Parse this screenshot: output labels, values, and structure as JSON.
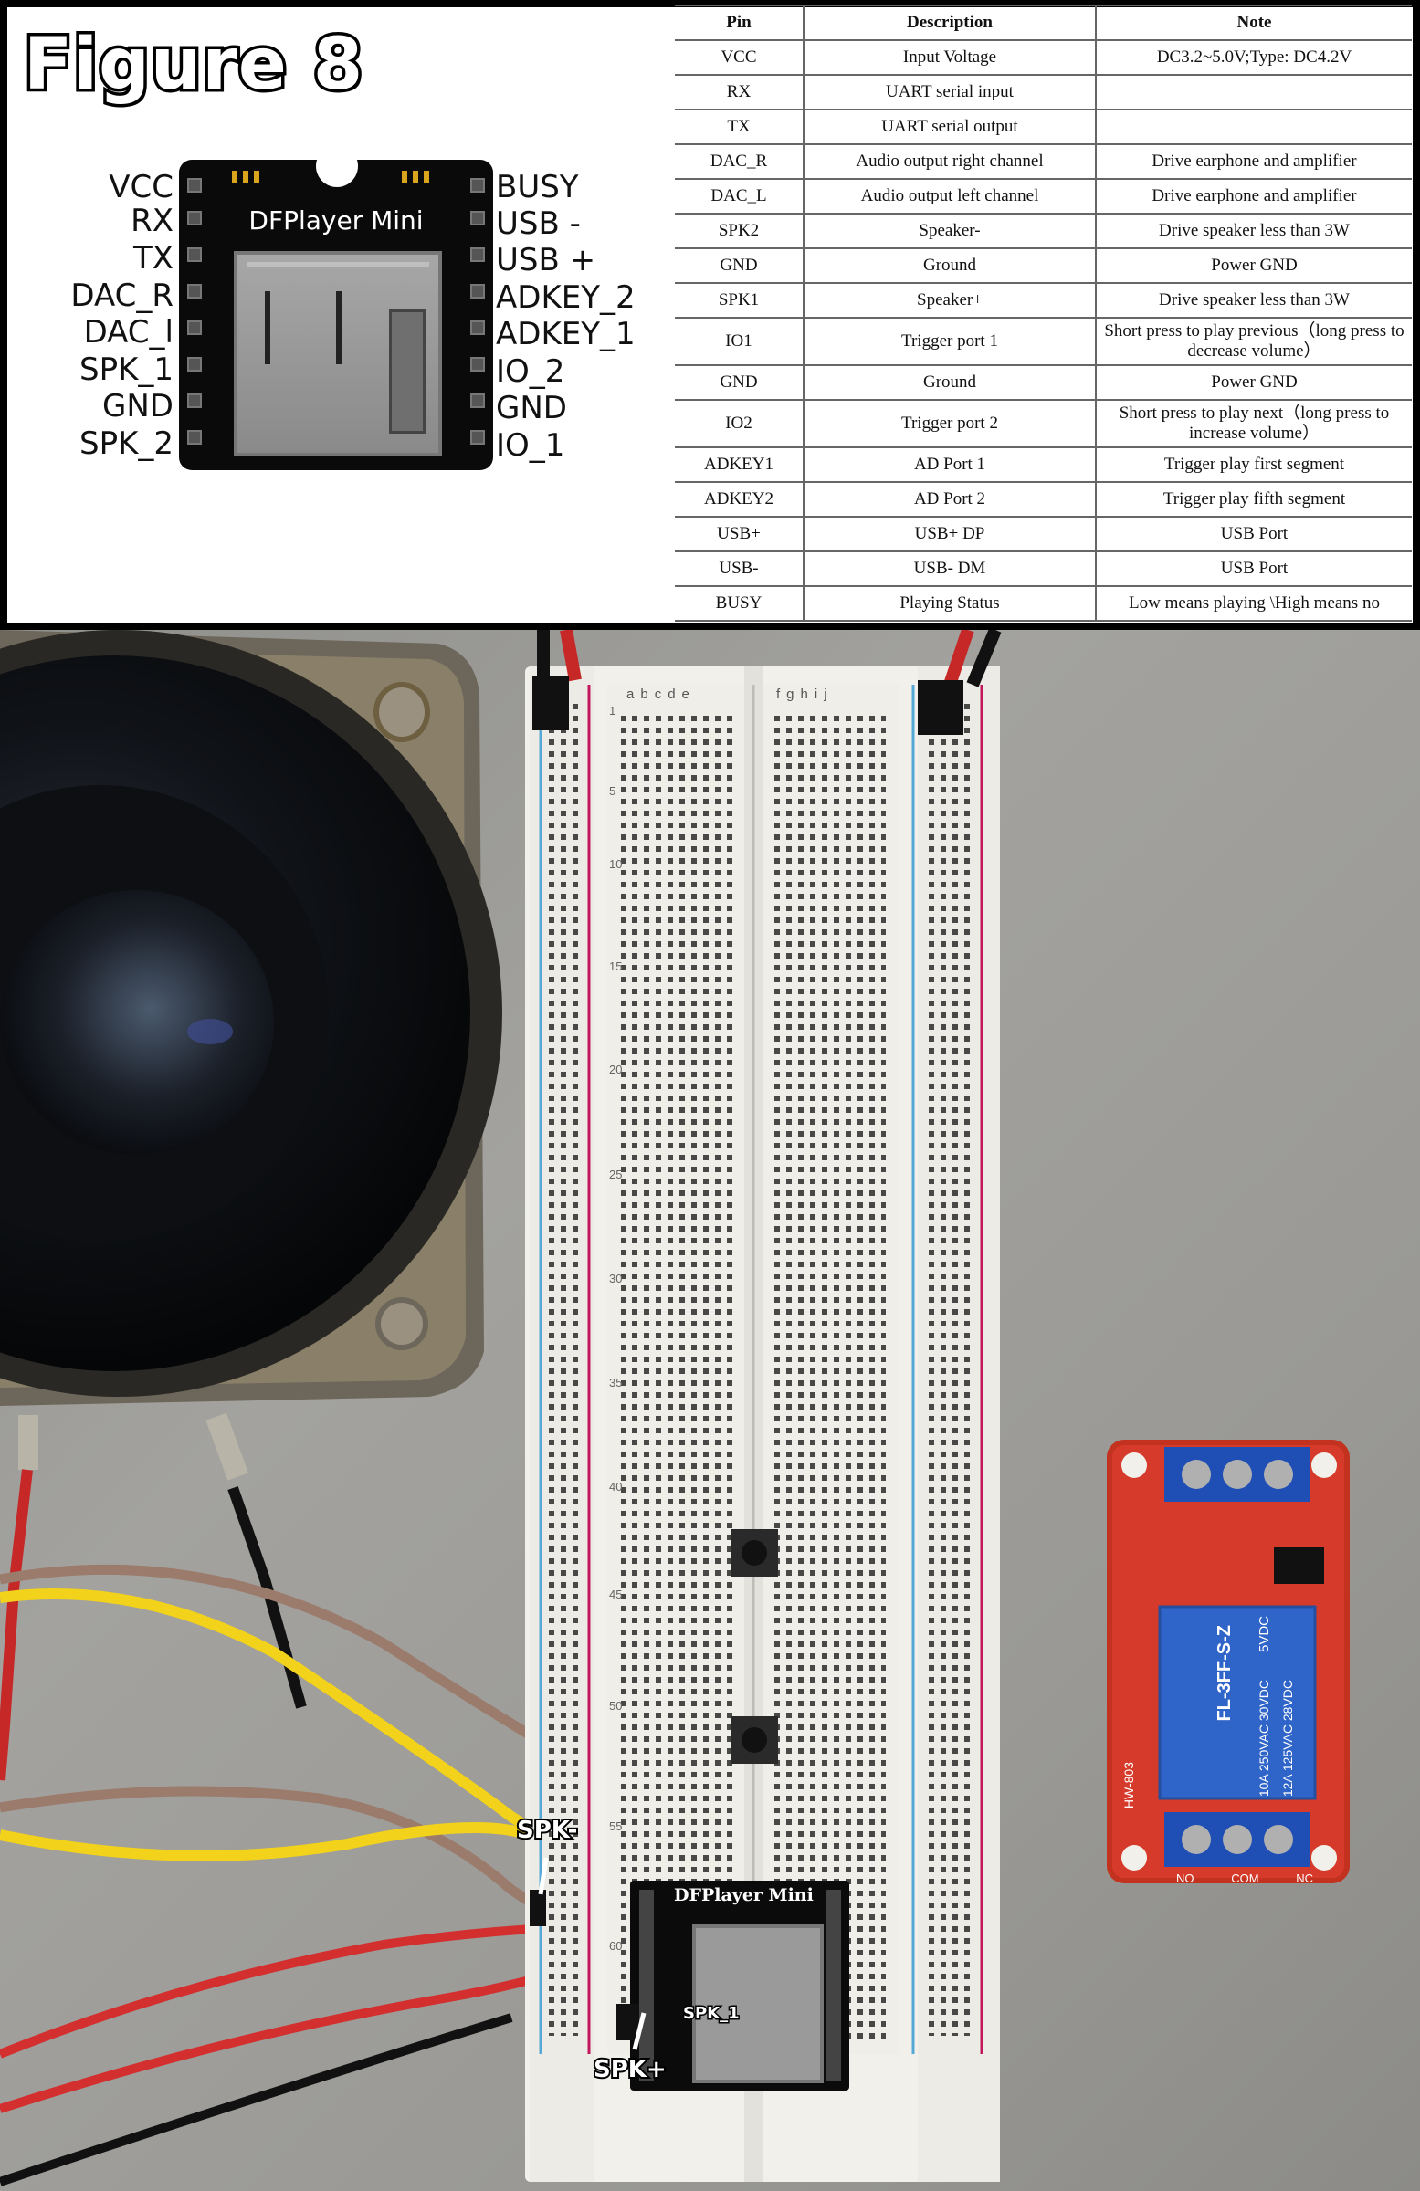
{
  "figure": {
    "title": "Figure 8"
  },
  "module": {
    "label": "DFPlayer Mini",
    "left_pins": [
      "VCC",
      "RX",
      "TX",
      "DAC_R",
      "DAC_l",
      "SPK_1",
      "GND",
      "SPK_2"
    ],
    "right_pins": [
      "BUSY",
      "USB -",
      "USB +",
      "ADKEY_2",
      "ADKEY_1",
      "IO_2",
      "GND",
      "IO_1"
    ]
  },
  "table": {
    "headers": [
      "Pin",
      "Description",
      "Note"
    ],
    "rows": [
      [
        "VCC",
        "Input Voltage",
        "DC3.2~5.0V;Type: DC4.2V"
      ],
      [
        "RX",
        "UART serial input",
        ""
      ],
      [
        "TX",
        "UART serial output",
        ""
      ],
      [
        "DAC_R",
        "Audio output right channel",
        "Drive earphone and amplifier"
      ],
      [
        "DAC_L",
        "Audio output left channel",
        "Drive earphone and amplifier"
      ],
      [
        "SPK2",
        "Speaker-",
        "Drive speaker less than 3W"
      ],
      [
        "GND",
        "Ground",
        "Power GND"
      ],
      [
        "SPK1",
        "Speaker+",
        "Drive speaker less than 3W"
      ],
      [
        "IO1",
        "Trigger port 1",
        "Short press to play previous（long press to decrease volume）"
      ],
      [
        "GND",
        "Ground",
        "Power GND"
      ],
      [
        "IO2",
        "Trigger port 2",
        "Short press to play next（long press to increase volume）"
      ],
      [
        "ADKEY1",
        "AD Port 1",
        "Trigger play first segment"
      ],
      [
        "ADKEY2",
        "AD Port 2",
        "Trigger play fifth segment"
      ],
      [
        "USB+",
        "USB+ DP",
        "USB Port"
      ],
      [
        "USB-",
        "USB- DM",
        "USB Port"
      ],
      [
        "BUSY",
        "Playing Status",
        "Low means playing \\High means no"
      ]
    ]
  },
  "photo": {
    "annotations": {
      "spk_minus": "SPK-",
      "spk_plus": "SPK+",
      "spk_1": "SPK_1"
    },
    "breadboard": {
      "cols_left": [
        "a",
        "b",
        "c",
        "d",
        "e"
      ],
      "cols_right": [
        "f",
        "g",
        "h",
        "i",
        "j"
      ],
      "row_numbers": [
        "1",
        "5",
        "10",
        "15",
        "20",
        "25",
        "30",
        "35",
        "40",
        "45",
        "50",
        "55",
        "60"
      ]
    },
    "dfplayer_label": "DFPlayer Mini",
    "relay": {
      "model": "FL-3FF-S-Z",
      "ratings": [
        "5VDC",
        "10A 250VAC 30VDC",
        "12A 125VAC 28VDC"
      ],
      "board": "HW-803",
      "terminals": [
        "NO",
        "COM",
        "NC"
      ]
    }
  }
}
